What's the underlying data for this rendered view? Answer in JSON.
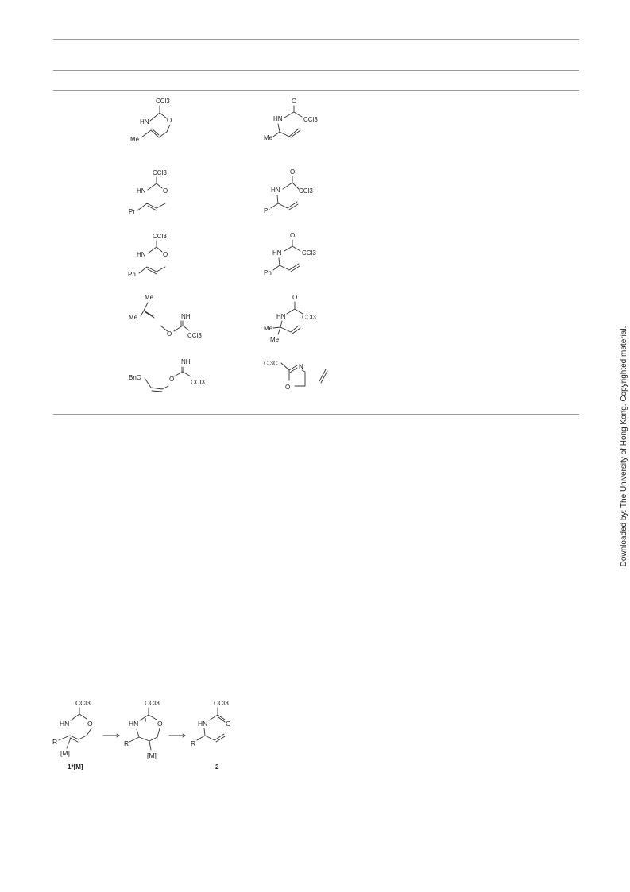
{
  "side_note": "Downloaded by: The University of Hong Kong. Copyrighted material.",
  "table": {
    "rows": [
      {
        "substrate": {
          "ccl3": "CCl3",
          "hn": "HN",
          "o": "O",
          "me": "Me"
        },
        "product": {
          "o": "O",
          "hn": "HN",
          "ccl3": "CCl3",
          "me": "Me"
        }
      },
      {
        "substrate": {
          "ccl3": "CCl3",
          "hn": "HN",
          "o": "O",
          "r": "Pr"
        },
        "product": {
          "o": "O",
          "hn": "HN",
          "ccl3": "CCl3",
          "r": "Pr"
        }
      },
      {
        "substrate": {
          "ccl3": "CCl3",
          "hn": "HN",
          "o": "O",
          "r": "Ph"
        },
        "product": {
          "o": "O",
          "hn": "HN",
          "ccl3": "CCl3",
          "r": "Ph"
        }
      },
      {
        "substrate": {
          "me1": "Me",
          "me2": "Me",
          "nh": "NH",
          "o": "O",
          "ccl3": "CCl3"
        },
        "product": {
          "o": "O",
          "hn": "HN",
          "ccl3": "CCl3",
          "me1": "Me",
          "me2": "Me"
        }
      },
      {
        "substrate": {
          "nh": "NH",
          "bno": "BnO",
          "o": "O",
          "ccl3": "CCl3"
        },
        "product": {
          "cl3c": "Cl3C",
          "n": "N",
          "o": "O"
        }
      }
    ]
  },
  "scheme": {
    "s1": {
      "ccl3": "CCl3",
      "hn": "HN",
      "o": "O",
      "r": "R",
      "m": "[M]",
      "label": "1*[M]"
    },
    "s2": {
      "ccl3": "CCl3",
      "hn": "HN",
      "plus": "+",
      "o": "O",
      "r": "R",
      "m": "[M]"
    },
    "s3": {
      "ccl3": "CCl3",
      "hn": "HN",
      "o": "O",
      "r": "R",
      "label": "2"
    }
  }
}
